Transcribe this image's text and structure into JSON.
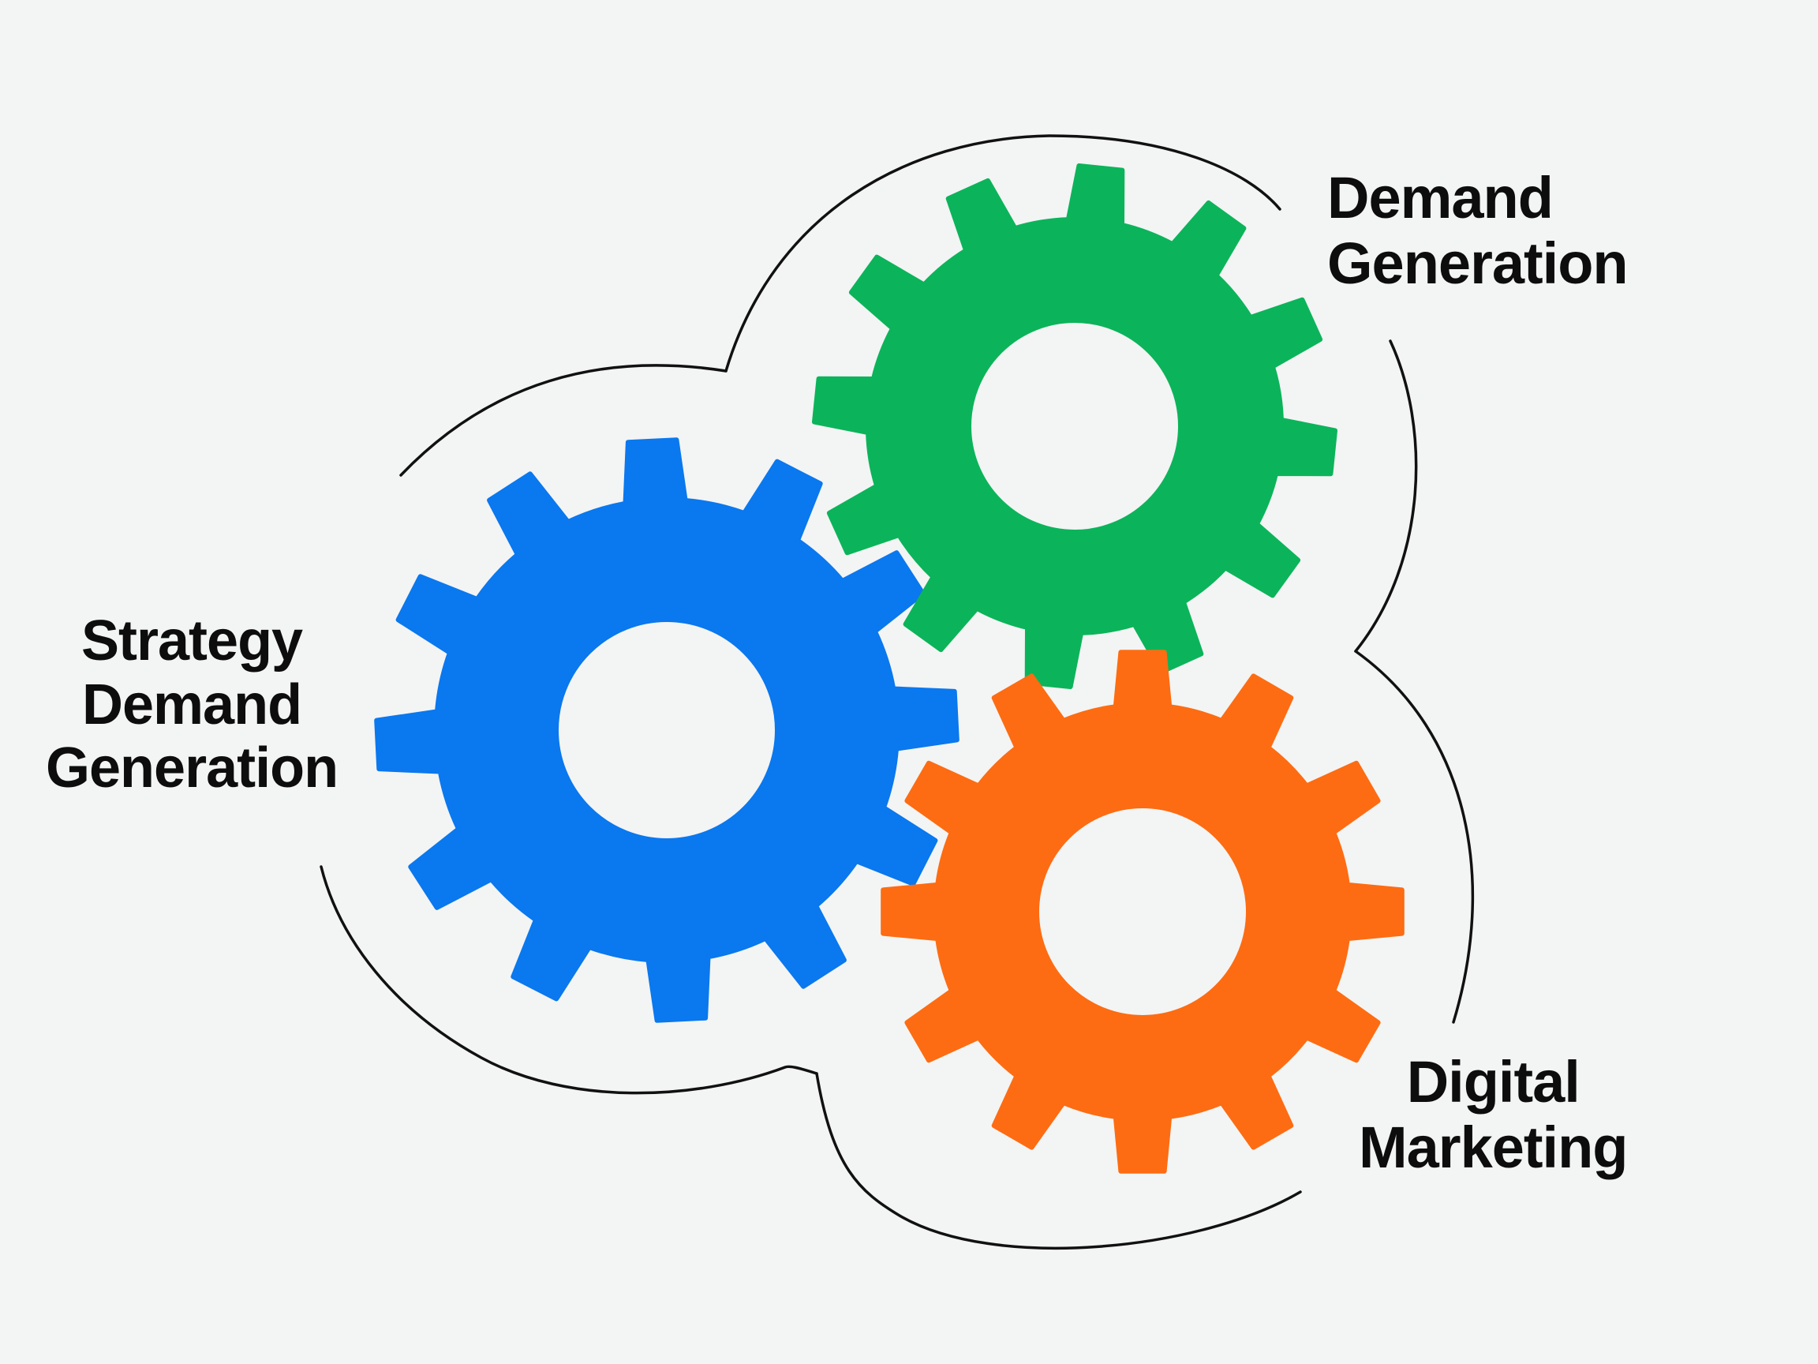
{
  "diagram": {
    "labels": {
      "strategy": [
        "Strategy",
        "Demand",
        "Generation"
      ],
      "demand_generation": [
        "Demand",
        "Generation"
      ],
      "digital_marketing": [
        "Digital",
        "Marketing"
      ]
    },
    "gears": [
      {
        "name": "blue-gear",
        "color": "#0a78ee"
      },
      {
        "name": "green-gear",
        "color": "#0bb45a"
      },
      {
        "name": "orange-gear",
        "color": "#fd6c12"
      }
    ],
    "colors": {
      "background": "#f3f4f4",
      "outline": "#111111",
      "text": "#0d0d0d"
    }
  }
}
